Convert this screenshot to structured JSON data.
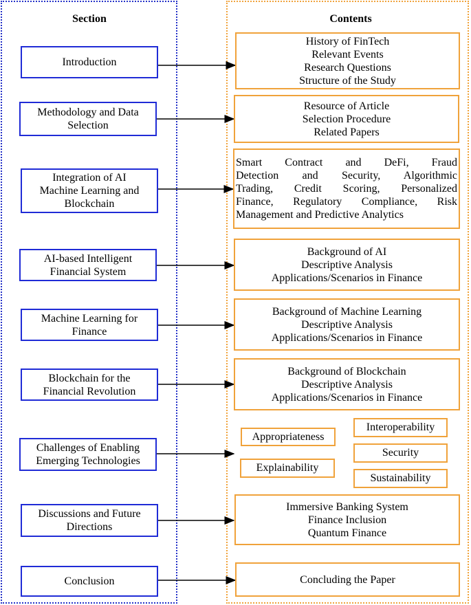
{
  "headers": {
    "section": "Section",
    "contents": "Contents"
  },
  "sections": [
    {
      "label": "Introduction"
    },
    {
      "label": "Methodology and Data\nSelection"
    },
    {
      "label": "Integration of AI\nMachine Learning and\nBlockchain"
    },
    {
      "label": "AI-based Intelligent\nFinancial System"
    },
    {
      "label": "Machine Learning for\nFinance"
    },
    {
      "label": "Blockchain for the\nFinancial Revolution"
    },
    {
      "label": "Challenges of Enabling\nEmerging Technologies"
    },
    {
      "label": "Discussions and Future\nDirections"
    },
    {
      "label": "Conclusion"
    }
  ],
  "contents": [
    {
      "lines": [
        "History of FinTech",
        "Relevant Events",
        "Research Questions",
        "Structure of the Study"
      ]
    },
    {
      "lines": [
        "Resource of Article",
        "Selection Procedure",
        "Related Papers"
      ]
    },
    {
      "lines": [
        "Smart Contract and DeFi, Fraud",
        "Detection and Security, Algorithmic",
        "Trading, Credit Scoring, Personalized",
        "Finance, Regulatory Compliance, Risk",
        "Management and Predictive Analytics"
      ]
    },
    {
      "lines": [
        "Background of AI",
        "Descriptive Analysis",
        "Applications/Scenarios in Finance"
      ]
    },
    {
      "lines": [
        "Background of Machine Learning",
        "Descriptive Analysis",
        "Applications/Scenarios in Finance"
      ]
    },
    {
      "lines": [
        "Background of Blockchain",
        "Descriptive Analysis",
        "Applications/Scenarios in Finance"
      ]
    },
    {
      "chips": [
        "Appropriateness",
        "Interoperability",
        "Security",
        "Explainability",
        "Sustainability"
      ]
    },
    {
      "lines": [
        "Immersive Banking System",
        "Finance Inclusion",
        "Quantum Finance"
      ]
    },
    {
      "lines": [
        "Concluding the Paper"
      ]
    }
  ],
  "colors": {
    "section_border": "#1f2bd6",
    "content_border": "#f0a23a",
    "left_panel_border": "#2330c8"
  }
}
